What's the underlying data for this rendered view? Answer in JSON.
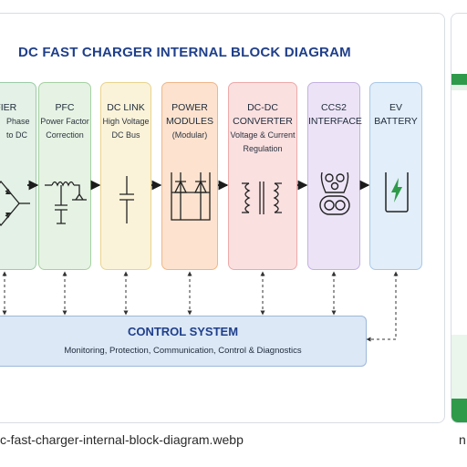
{
  "diagram": {
    "title": "DC FAST CHARGER INTERNAL BLOCK DIAGRAM",
    "blocks": [
      {
        "id": "rectifier",
        "lines": [
          "TIFIER",
          "Phase",
          "to DC"
        ],
        "fill": "#e3f1e6",
        "border": "#9ccca8",
        "icon": "rectifier-bridge-icon"
      },
      {
        "id": "pfc",
        "lines": [
          "PFC",
          "Power Factor",
          "Correction"
        ],
        "fill": "#e6f3e4",
        "border": "#a6d1a2",
        "icon": "pfc-inductor-icon"
      },
      {
        "id": "dc-link",
        "lines": [
          "DC LINK",
          "High Voltage",
          "DC Bus"
        ],
        "fill": "#fbf3d9",
        "border": "#e8d48f",
        "icon": "capacitor-icon"
      },
      {
        "id": "power-modules",
        "lines": [
          "POWER",
          "MODULES",
          "(Modular)"
        ],
        "fill": "#fde3cf",
        "border": "#f0b688",
        "icon": "diode-pair-icon"
      },
      {
        "id": "dc-dc",
        "lines": [
          "DC-DC",
          "CONVERTER",
          "Voltage & Current",
          "Regulation"
        ],
        "fill": "#fbe0e0",
        "border": "#eea9a9",
        "icon": "transformer-icon"
      },
      {
        "id": "ccs2",
        "lines": [
          "CCS2",
          "INTERFACE"
        ],
        "fill": "#ece4f6",
        "border": "#c4b0e0",
        "icon": "ccs2-connector-icon"
      },
      {
        "id": "ev-battery",
        "lines": [
          "EV BATTERY"
        ],
        "fill": "#e2eef9",
        "border": "#a9c8e8",
        "icon": "battery-icon"
      }
    ],
    "control": {
      "title": "CONTROL SYSTEM",
      "subtitle": "Monitoring, Protection, Communication, Control & Diagnostics",
      "fill": "#dce8f6"
    }
  },
  "caption": {
    "filename": "c-fast-charger-internal-block-diagram.webp",
    "right_fragment": "n"
  },
  "colors": {
    "title": "#1f3f8a",
    "arrow": "#1b1b1b",
    "side_accent": "#2e9a4a"
  }
}
